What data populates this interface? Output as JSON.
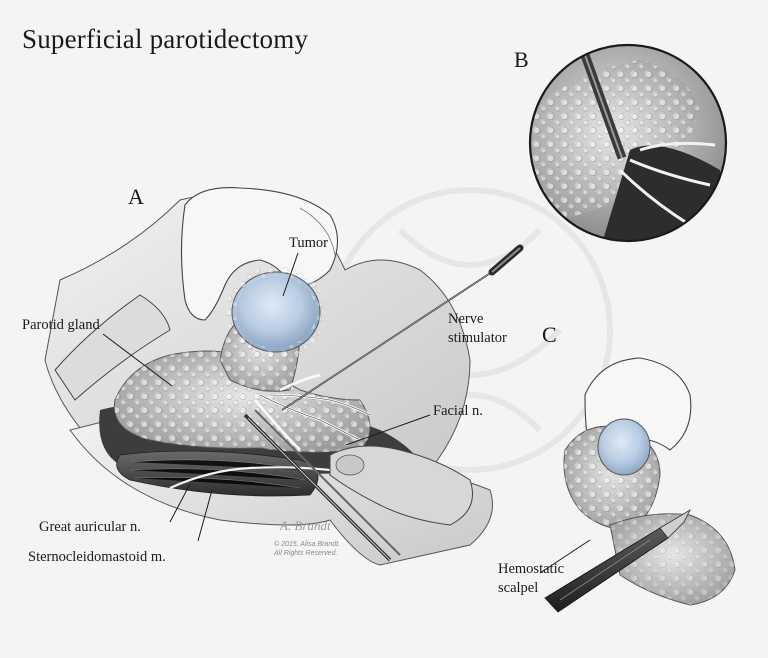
{
  "title": "Superficial parotidectomy",
  "panels": {
    "a": "A",
    "b": "B",
    "c": "C"
  },
  "labels": {
    "tumor": "Tumor",
    "parotid_gland": "Parotid gland",
    "nerve_stimulator": [
      "Nerve",
      "stimulator"
    ],
    "facial_nerve": "Facial n.",
    "great_auricular": "Great auricular n.",
    "sternocleidomastoid": "Sternocleidomastoid m.",
    "hemostatic_scalpel": [
      "Hemostatic",
      "scalpel"
    ]
  },
  "copyright": [
    "© 2015, Alisa Brandt.",
    "All Rights Reserved."
  ],
  "signature": "A. Brandt",
  "colors": {
    "tumor": "#b9cde3",
    "tissue": "#cfcfcf",
    "line": "#222222",
    "background": "#f4f4f4"
  }
}
